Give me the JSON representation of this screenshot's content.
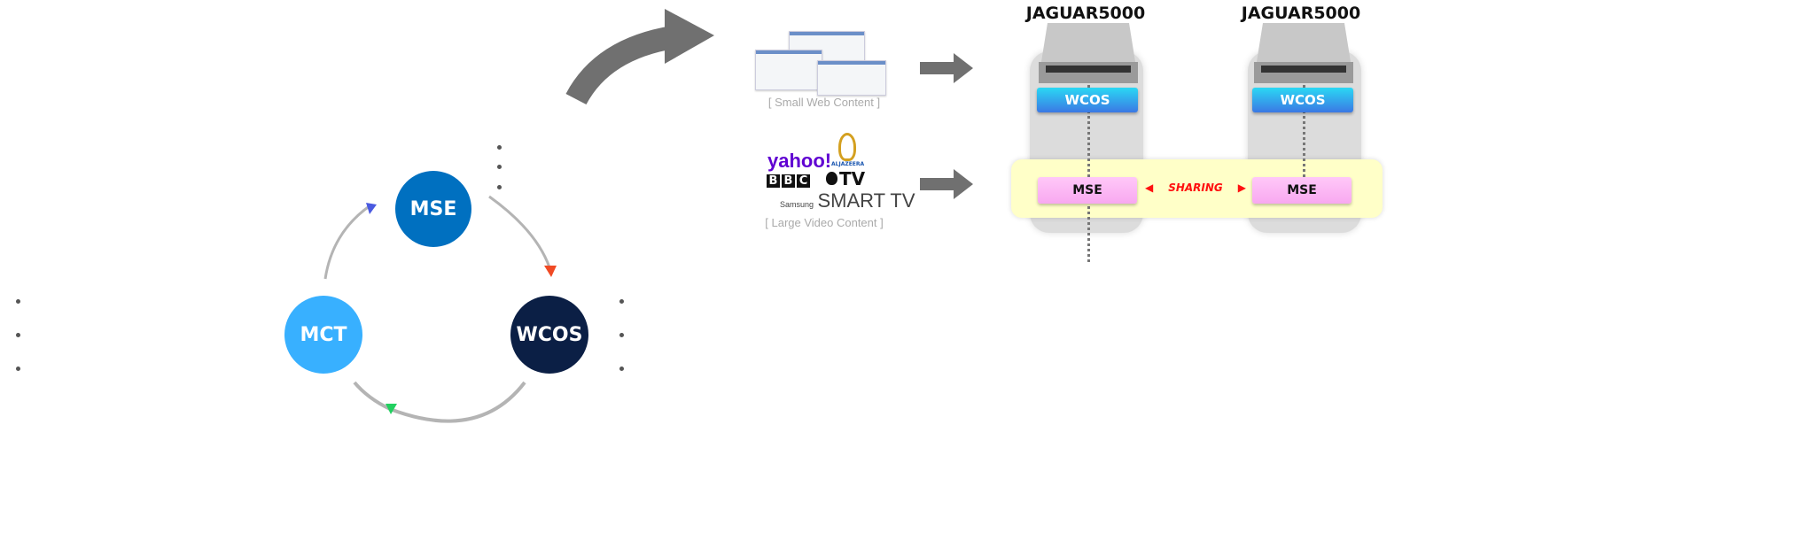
{
  "cycle": {
    "nodes": [
      {
        "label": "MSE",
        "color": "#0070c0"
      },
      {
        "label": "WCOS",
        "color": "#0b1f45"
      },
      {
        "label": "MCT",
        "color": "#38b0ff"
      }
    ],
    "arrow_colors": {
      "mse_to_wcos": "#f04a24",
      "wcos_to_mct": "#22d060",
      "mct_to_mse": "#4a5ae0"
    }
  },
  "content": {
    "small_caption": "[ Small Web Content ]",
    "large_caption": "[ Large Video Content ]",
    "logos": [
      "yahoo!",
      "ALJAZEERA",
      "BBC",
      "TV",
      "Samsung",
      "SMART TV"
    ]
  },
  "servers": [
    {
      "name": "JAGUAR5000",
      "top_layer": "WCOS",
      "bottom_layer": "MSE"
    },
    {
      "name": "JAGUAR5000",
      "top_layer": "WCOS",
      "bottom_layer": "MSE"
    }
  ],
  "sharing_label": "SHARING",
  "colors": {
    "sharing": "#ff1010",
    "shared_band": "#ffffc8",
    "arrow_gray": "#707070"
  }
}
